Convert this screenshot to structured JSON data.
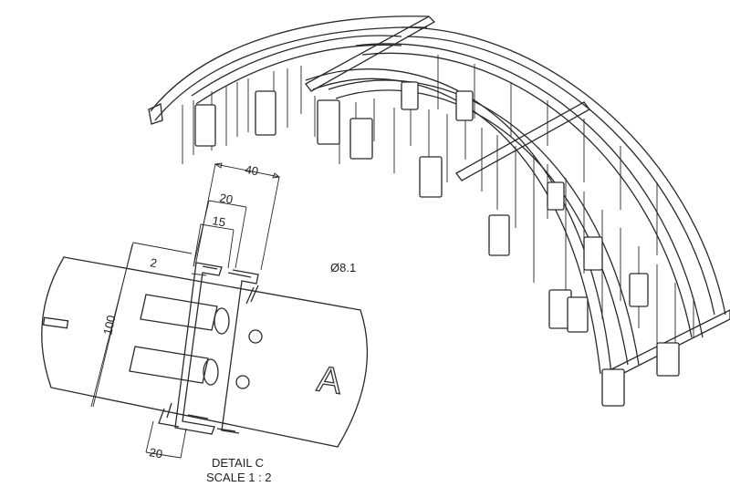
{
  "dimensions": {
    "d40": "40",
    "d20_top": "20",
    "d15": "15",
    "d2": "2",
    "d100": "100",
    "d20_bottom": "20",
    "diameter": "Ø8.1"
  },
  "caption": {
    "line1": "DETAIL C",
    "line2": "SCALE 1 : 2"
  },
  "plate": {
    "letter": "A"
  }
}
